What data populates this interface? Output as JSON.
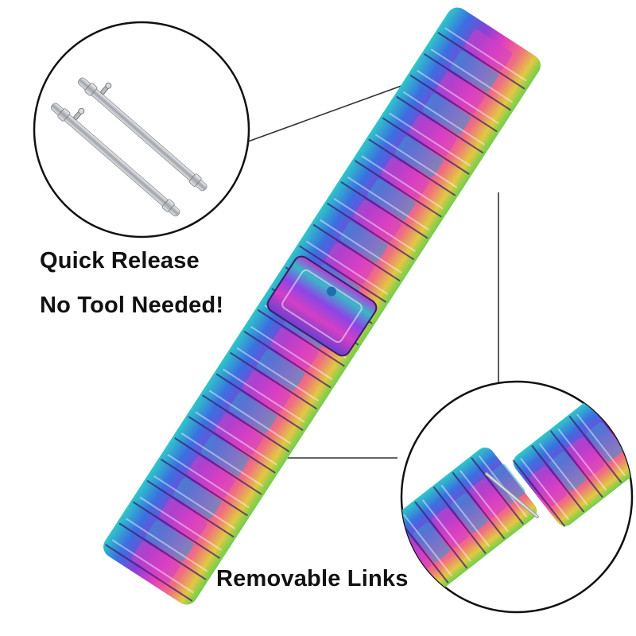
{
  "captions": {
    "quick_release": "Quick Release",
    "no_tool": "No Tool Needed!",
    "removable_links": "Removable Links"
  },
  "colors": {
    "background": "#ffffff",
    "text": "#111111",
    "callout_line": "#333333",
    "circle_border": "#111111",
    "pin_metal": "#c9ccd0",
    "rainbow": [
      "#2ec7c9",
      "#3b6fe0",
      "#6a3fd0",
      "#b33ad8",
      "#ea3fb6",
      "#f06a7a",
      "#e8c23a",
      "#7ad04a"
    ]
  },
  "icons": {
    "pins": "spring-bar-pin-icon",
    "band": "watch-band-illustration",
    "links": "detached-links-illustration"
  }
}
